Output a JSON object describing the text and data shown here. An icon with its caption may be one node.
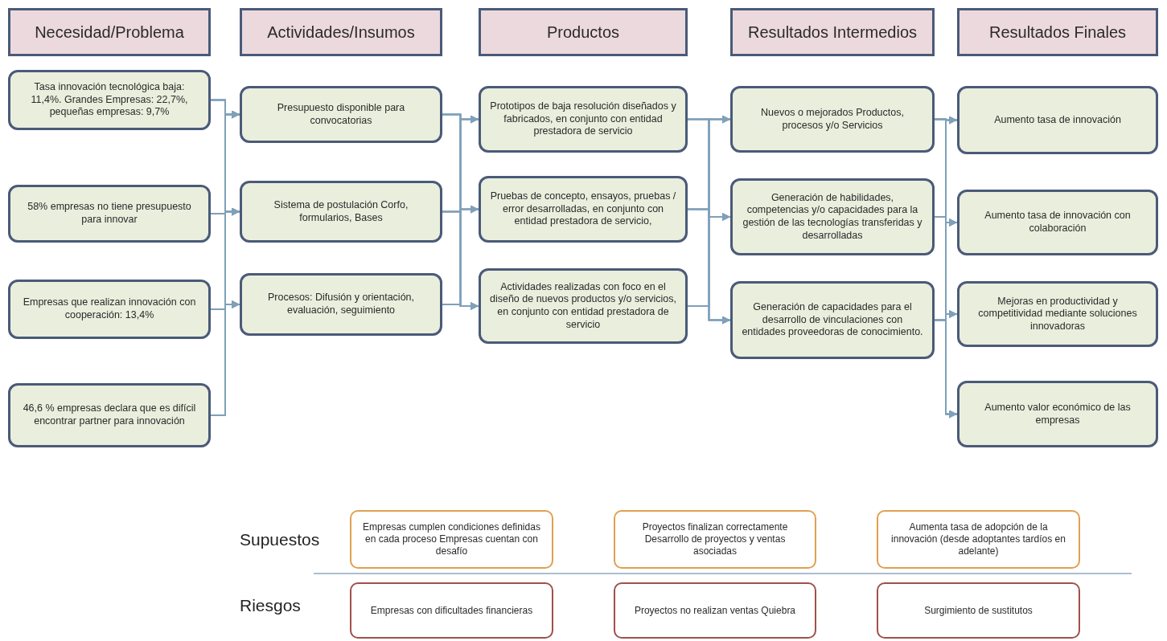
{
  "diagram": {
    "nodes": [
      {
        "text": [
          "Necesidad/Problema"
        ]
      },
      {
        "text": [
          "Actividades/Insumos"
        ]
      },
      {
        "text": [
          "Productos"
        ]
      },
      {
        "text": [
          "Resultados Intermedios"
        ]
      },
      {
        "text": [
          "Resultados Finales"
        ]
      },
      {
        "text": [
          "Tasa innovación tecnológica baja: 11,4%. Grandes Empresas: 22,7%, pequeñas empresas: 9,7%"
        ]
      },
      {
        "text": [
          "58% empresas no tiene presupuesto para innovar"
        ]
      },
      {
        "text": [
          "Empresas que realizan innovación con cooperación: 13,4%"
        ]
      },
      {
        "text": [
          "46,6 % empresas declara que es difícil encontrar partner para innovación"
        ]
      },
      {
        "text": [
          "Presupuesto disponible para convocatorias"
        ]
      },
      {
        "text": [
          "Sistema de postulación Corfo, formularios, Bases"
        ]
      },
      {
        "text": [
          "Procesos: Difusión y orientación, evaluación, seguimiento"
        ]
      },
      {
        "text": [
          "Prototipos de baja resolución diseñados y fabricados, en conjunto con entidad prestadora de servicio"
        ]
      },
      {
        "text": [
          "Pruebas de concepto, ensayos, pruebas / error desarrolladas, en conjunto con entidad prestadora de servicio,"
        ]
      },
      {
        "text": [
          "Actividades realizadas con foco en el diseño de nuevos productos y/o servicios, en conjunto con entidad prestadora de servicio"
        ]
      },
      {
        "text": [
          "Nuevos o mejorados Productos, procesos y/o Servicios"
        ]
      },
      {
        "text": [
          "Generación de habilidades, competencias y/o capacidades para la gestión de las tecnologías transferidas y desarrolladas"
        ]
      },
      {
        "text": [
          "Generación de capacidades para el desarrollo de vinculaciones con entidades proveedoras de conocimiento."
        ]
      },
      {
        "text": [
          "Aumento tasa de innovación"
        ]
      },
      {
        "text": [
          "Aumento tasa de innovación con colaboración"
        ]
      },
      {
        "text": [
          "Mejoras en productividad y competitividad mediante soluciones innovadoras"
        ]
      },
      {
        "text": [
          "Aumento valor económico de las empresas"
        ]
      },
      {
        "text": [
          "Empresas cumplen condiciones definidas en cada proceso Empresas cuentan con desafío"
        ]
      },
      {
        "text": [
          "Proyectos finalizan correctamente Desarrollo de proyectos y ventas asociadas"
        ]
      },
      {
        "text": [
          "Aumenta tasa de adopción de la innovación (desde adoptantes tardíos en adelante)"
        ]
      },
      {
        "text": [
          "Empresas con dificultades financieras"
        ]
      },
      {
        "text": [
          "Proyectos no realizan ventas Quiebra"
        ]
      },
      {
        "text": [
          "Surgimiento de sustitutos"
        ]
      }
    ],
    "edges": [
      {
        "from": 5,
        "to": 9,
        "arrow": "to"
      },
      {
        "from": 5,
        "to": 10,
        "arrow": "to"
      },
      {
        "from": 5,
        "to": 11,
        "arrow": "to"
      },
      {
        "from": 6,
        "to": 9,
        "arrow": "to"
      },
      {
        "from": 6,
        "to": 10,
        "arrow": "to"
      },
      {
        "from": 6,
        "to": 11,
        "arrow": "to"
      },
      {
        "from": 7,
        "to": 9,
        "arrow": "to"
      },
      {
        "from": 7,
        "to": 10,
        "arrow": "to"
      },
      {
        "from": 7,
        "to": 11,
        "arrow": "to"
      },
      {
        "from": 8,
        "to": 9,
        "arrow": "to"
      },
      {
        "from": 8,
        "to": 10,
        "arrow": "to"
      },
      {
        "from": 8,
        "to": 11,
        "arrow": "to"
      },
      {
        "from": 9,
        "to": 12,
        "arrow": "to"
      },
      {
        "from": 9,
        "to": 13,
        "arrow": "to"
      },
      {
        "from": 9,
        "to": 14,
        "arrow": "to"
      },
      {
        "from": 10,
        "to": 12,
        "arrow": "to"
      },
      {
        "from": 10,
        "to": 13,
        "arrow": "to"
      },
      {
        "from": 10,
        "to": 14,
        "arrow": "to"
      },
      {
        "from": 11,
        "to": 12,
        "arrow": "to"
      },
      {
        "from": 11,
        "to": 13,
        "arrow": "to"
      },
      {
        "from": 11,
        "to": 14,
        "arrow": "to"
      },
      {
        "from": 12,
        "to": 15,
        "arrow": "to"
      },
      {
        "from": 12,
        "to": 16,
        "arrow": "to"
      },
      {
        "from": 12,
        "to": 17,
        "arrow": "to"
      },
      {
        "from": 13,
        "to": 15,
        "arrow": "to"
      },
      {
        "from": 13,
        "to": 16,
        "arrow": "to"
      },
      {
        "from": 13,
        "to": 17,
        "arrow": "to"
      },
      {
        "from": 14,
        "to": 15,
        "arrow": "to"
      },
      {
        "from": 14,
        "to": 16,
        "arrow": "to"
      },
      {
        "from": 14,
        "to": 17,
        "arrow": "to"
      },
      {
        "from": 15,
        "to": 18,
        "arrow": "to"
      },
      {
        "from": 15,
        "to": 19,
        "arrow": "to"
      },
      {
        "from": 15,
        "to": 20,
        "arrow": "to"
      },
      {
        "from": 15,
        "to": 21,
        "arrow": "to"
      },
      {
        "from": 16,
        "to": 18,
        "arrow": "to"
      },
      {
        "from": 16,
        "to": 19,
        "arrow": "to"
      },
      {
        "from": 16,
        "to": 20,
        "arrow": "to"
      },
      {
        "from": 16,
        "to": 21,
        "arrow": "to"
      },
      {
        "from": 17,
        "to": 18,
        "arrow": "to"
      },
      {
        "from": 17,
        "to": 19,
        "arrow": "to"
      },
      {
        "from": 17,
        "to": 20,
        "arrow": "to"
      },
      {
        "from": 17,
        "to": 21,
        "arrow": "to"
      }
    ],
    "labels": [
      "Supuestos",
      "Riesgos"
    ]
  }
}
